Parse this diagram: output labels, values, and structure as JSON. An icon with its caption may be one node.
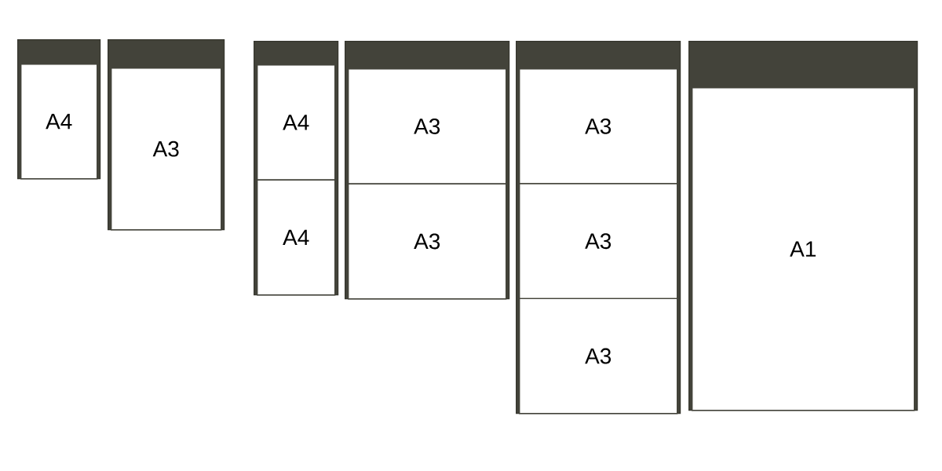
{
  "diagram": {
    "nodes": [
      {
        "text": [],
        "shape": "box"
      },
      {
        "text": [
          "A4"
        ],
        "in": 0
      },
      {
        "text": [],
        "shape": "box"
      },
      {
        "text": [
          "A3"
        ],
        "in": 2
      },
      {
        "text": [],
        "shape": "box"
      },
      {
        "text": [
          "A4"
        ],
        "in": 4
      },
      {
        "text": [
          "A4"
        ],
        "in": 4
      },
      {
        "text": [],
        "shape": "box"
      },
      {
        "text": [
          "A3"
        ],
        "in": 7
      },
      {
        "text": [
          "A3"
        ],
        "in": 7
      },
      {
        "text": [],
        "shape": "box"
      },
      {
        "text": [
          "A3"
        ],
        "in": 10
      },
      {
        "text": [
          "A3"
        ],
        "in": 10
      },
      {
        "text": [
          "A3"
        ],
        "in": 10
      },
      {
        "text": [],
        "shape": "box"
      },
      {
        "text": [
          "A1"
        ],
        "in": 14
      }
    ]
  }
}
